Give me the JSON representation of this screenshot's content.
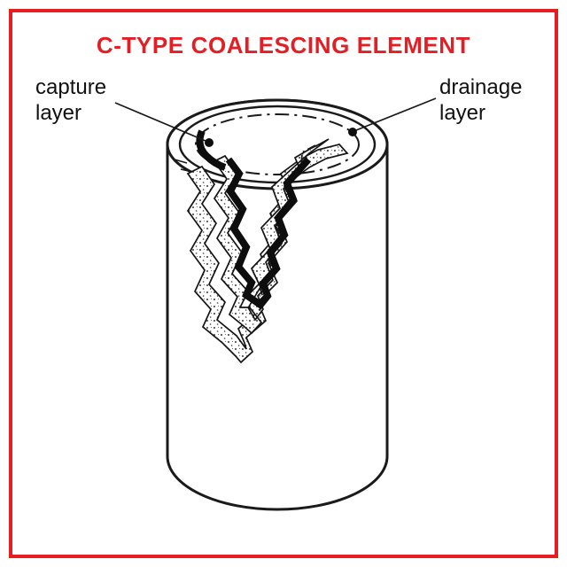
{
  "header": {
    "title": "C-TYPE COALESCING ELEMENT"
  },
  "labels": {
    "capture": {
      "line1": "capture",
      "line2": "layer"
    },
    "drainage": {
      "line1": "drainage",
      "line2": "layer"
    }
  },
  "colors": {
    "accent_red": "#E31E25",
    "ink": "#1A1A1A",
    "background": "#FFFFFF"
  },
  "diagram": {
    "figure": "c-type-coalescing-element-cutaway",
    "parts": [
      "capture layer",
      "drainage layer"
    ]
  }
}
